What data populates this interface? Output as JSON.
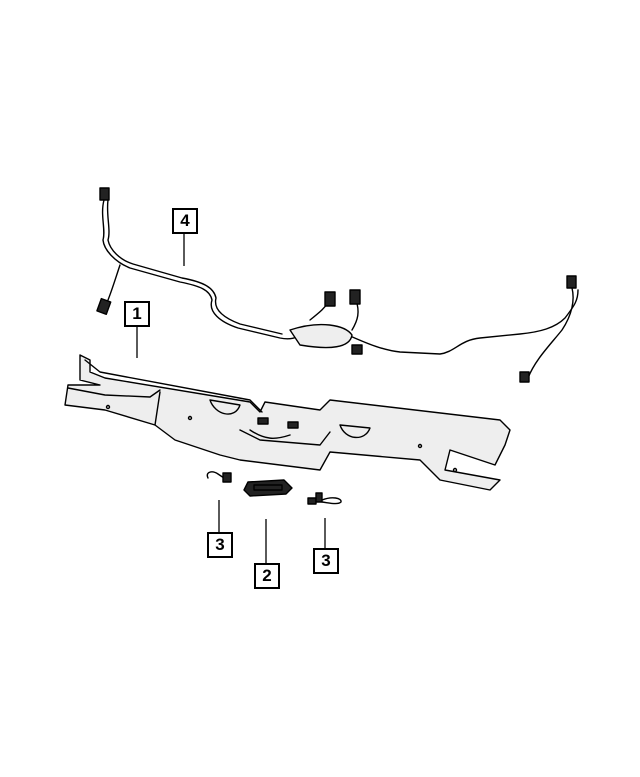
{
  "callouts": [
    {
      "number": "4",
      "part": "wiring-harness"
    },
    {
      "number": "1",
      "part": "bumper-fascia-step-pad"
    },
    {
      "number": "3",
      "part": "sensor-connector-left"
    },
    {
      "number": "2",
      "part": "license-lamp"
    },
    {
      "number": "3",
      "part": "sensor-connector-right"
    }
  ],
  "colors": {
    "line": "#000000",
    "background": "#ffffff",
    "fill": "#eeeeee"
  }
}
